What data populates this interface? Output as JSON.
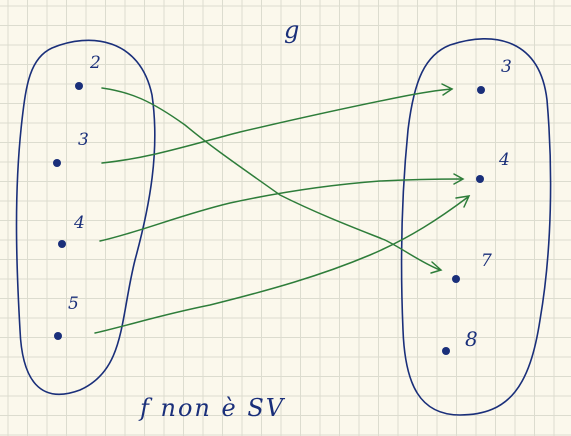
{
  "title": "g",
  "caption": "f non è SV",
  "domain_set": {
    "elements": [
      "2",
      "3",
      "4",
      "5"
    ]
  },
  "codomain_set": {
    "elements": [
      "3",
      "4",
      "7",
      "8"
    ]
  },
  "mapping": [
    {
      "from": "2",
      "to": "7"
    },
    {
      "from": "3",
      "to": "3"
    },
    {
      "from": "4",
      "to": "4"
    },
    {
      "from": "5",
      "to": "4"
    }
  ],
  "colors": {
    "background": "#fbf8ec",
    "grid": "#dcdccf",
    "ink": "#1a2f7a",
    "arrow": "#2e7d3a"
  }
}
